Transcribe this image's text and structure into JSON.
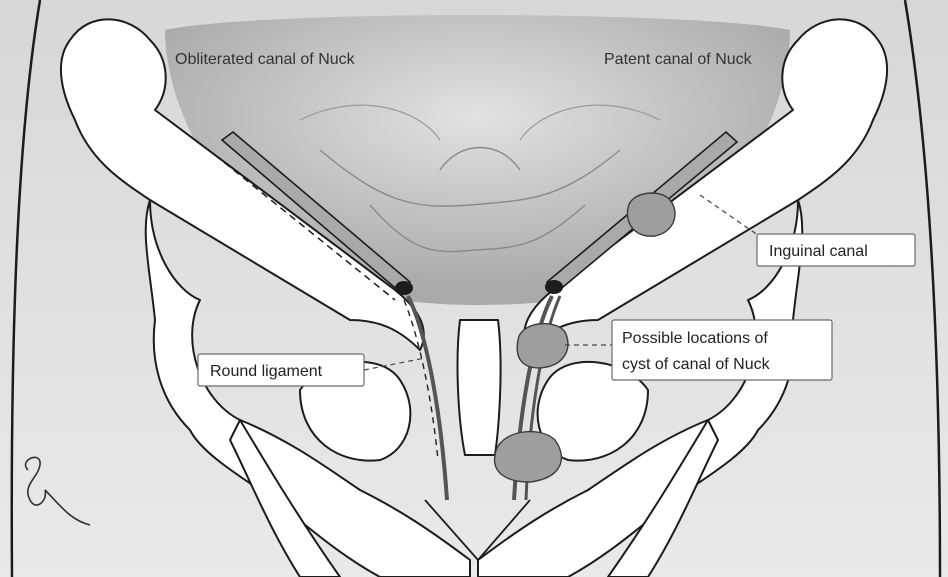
{
  "labels": {
    "obliterated_canal": "Obliterated canal of Nuck",
    "patent_canal": "Patent canal of Nuck",
    "inguinal_canal": "Inguinal canal",
    "round_ligament": "Round ligament",
    "possible_locations_line1": "Possible locations of",
    "possible_locations_line2": "cyst of canal of Nuck"
  },
  "colors": {
    "background": "#dcdcdc",
    "bone_fill": "#ffffff",
    "outline": "#1c1c1c",
    "peritoneum_shading": "#b7b7b7",
    "cyst_fill": "#9e9e9e",
    "callout_border": "#6b6b6b"
  }
}
